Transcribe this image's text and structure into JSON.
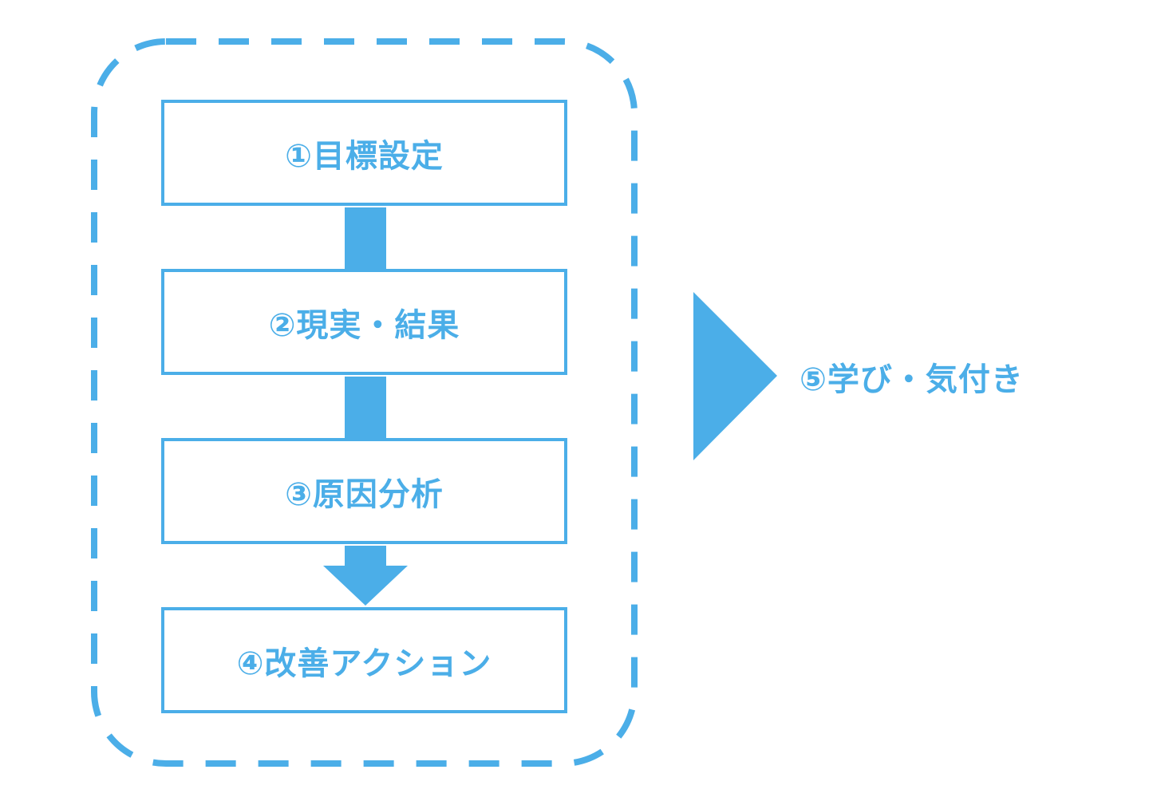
{
  "colors": {
    "accent": "#4baee8",
    "background": "#ffffff"
  },
  "steps": [
    {
      "label": "①目標設定"
    },
    {
      "label": "②現実・結果"
    },
    {
      "label": "③原因分析"
    },
    {
      "label": "④改善アクション"
    }
  ],
  "result": {
    "label": "⑤学び・気付き"
  }
}
